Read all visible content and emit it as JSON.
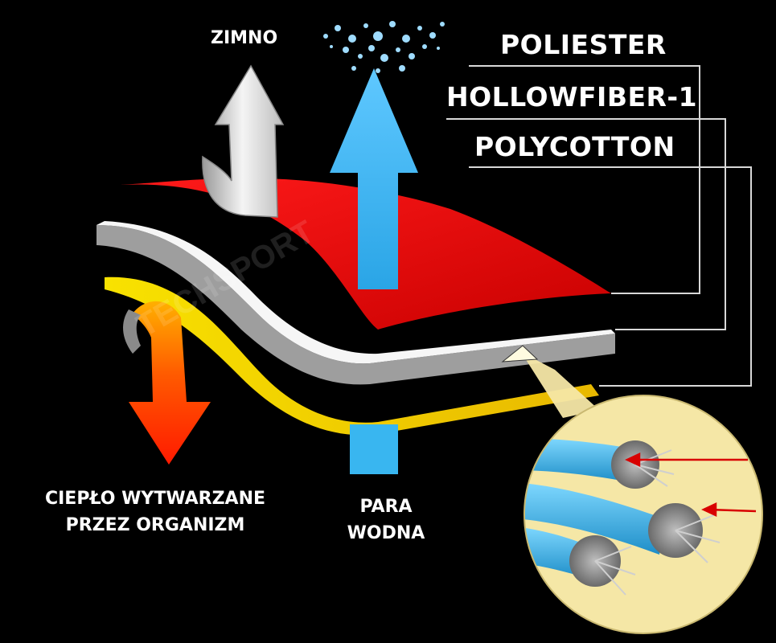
{
  "labels": {
    "cold": "ZIMNO",
    "body_heat": [
      "CIEPŁO WYTWARZANE",
      "PRZEZ ORGANIZM"
    ],
    "water_vapor": [
      "PARA",
      "WODNA"
    ]
  },
  "layers": [
    {
      "name": "POLIESTER",
      "color": "#e60000"
    },
    {
      "name": "HOLLOWFIBER-1",
      "color": "#f2f2f2"
    },
    {
      "name": "POLYCOTTON",
      "color": "#f5d000"
    }
  ],
  "watermark": "TECHSPORT",
  "colors": {
    "background": "#000000",
    "vapor_arrow": "#39b6f0",
    "heat_arrow": "#ff2a00",
    "cold_arrow": "#e6e6e6",
    "magnifier": "#f5e7a6",
    "leader_line": "#d8d8d8"
  },
  "icons": {
    "cold_arrow": "curved-up-arrow-icon",
    "vapor_arrow": "up-arrow-icon",
    "heat_arrow": "curved-down-arrow-icon",
    "droplets": "water-droplets-icon",
    "magnifier": "fiber-magnifier-icon"
  }
}
